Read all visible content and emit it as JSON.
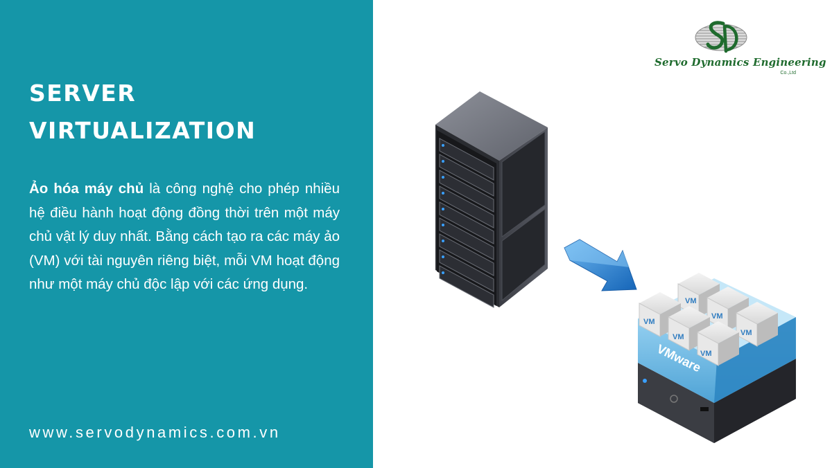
{
  "title": {
    "line1": "SERVER",
    "line2": "VIRTUALIZATION"
  },
  "description": {
    "bold": "Ảo hóa máy chủ",
    "text": " là công nghệ cho phép nhiều hệ điều hành hoạt động đồng thời trên một máy chủ vật lý duy nhất. Bằng cách tạo ra các máy ảo (VM) với tài nguyên riêng biệt, mỗi VM hoạt động như một máy chủ độc lập với các ứng dụng."
  },
  "website": "www.servodynamics.com.vn",
  "logo": {
    "name": "Servo Dynamics Engineering",
    "suffix": "Co.,Ltd"
  },
  "illustration": {
    "platform_label": "VMware",
    "vm_label": "VM"
  },
  "colors": {
    "panel": "#1596a8",
    "text": "#ffffff",
    "logo_green": "#1f6b2e",
    "arrow_blue": "#1f7fd0",
    "vmware_blue": "#5fb0dc"
  },
  "icons": [
    "server-rack-icon",
    "arrow-right-icon",
    "vmware-server-icon",
    "vm-cube-icon",
    "logo-emblem-icon"
  ]
}
